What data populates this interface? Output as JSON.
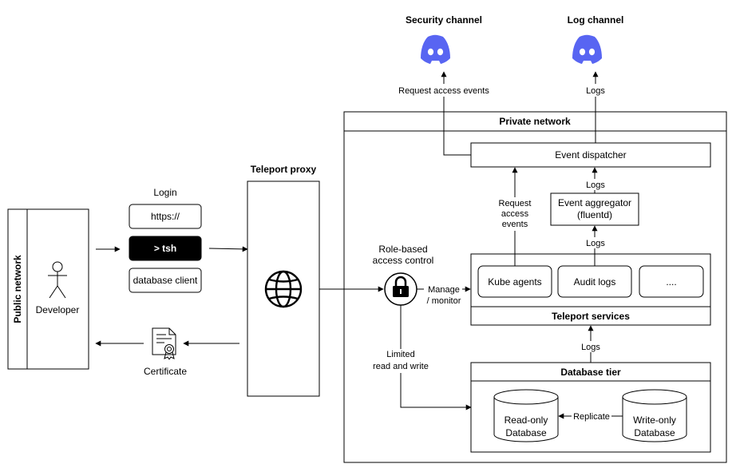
{
  "channels": {
    "security": {
      "title": "Security channel",
      "edge_label": "Request access events"
    },
    "log": {
      "title": "Log channel",
      "edge_label": "Logs"
    }
  },
  "public_network": {
    "label": "Public network",
    "developer": "Developer"
  },
  "login": {
    "title": "Login",
    "options": [
      "https://",
      "> tsh",
      "database client"
    ]
  },
  "certificate": {
    "label": "Certificate"
  },
  "proxy": {
    "title": "Teleport proxy"
  },
  "rbac": {
    "label_line1": "Role-based",
    "label_line2": "access control"
  },
  "edges": {
    "manage_line1": "Manage",
    "manage_line2": "/ monitor",
    "limited_line1": "Limited",
    "limited_line2": "read and write",
    "request_line1": "Request",
    "request_line2": "access",
    "request_line3": "events",
    "logs_dispatcher": "Logs",
    "logs_aggregator": "Logs",
    "logs_services": "Logs",
    "replicate": "Replicate"
  },
  "private_network": {
    "title": "Private network",
    "dispatcher": "Event dispatcher",
    "aggregator_line1": "Event aggregator",
    "aggregator_line2": "(fluentd)",
    "services": {
      "title": "Teleport services",
      "items": [
        "Kube agents",
        "Audit logs",
        "...."
      ]
    },
    "database_tier": {
      "title": "Database tier",
      "read_db_line1": "Read-only",
      "read_db_line2": "Database",
      "write_db_line1": "Write-only",
      "write_db_line2": "Database"
    }
  },
  "colors": {
    "discord": "#5865F2",
    "line": "#000000",
    "tsh_bg": "#000000"
  }
}
